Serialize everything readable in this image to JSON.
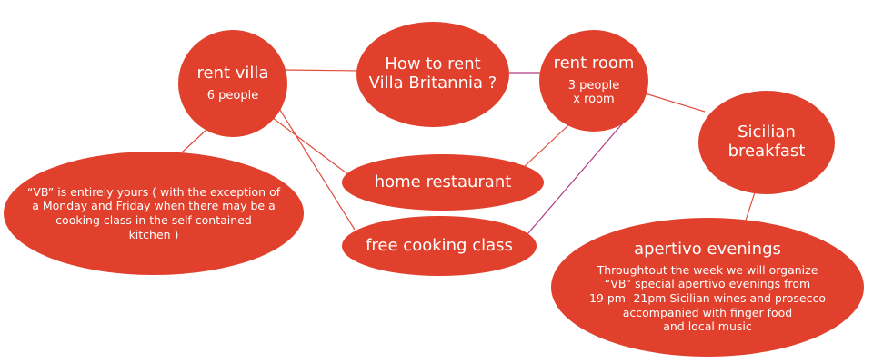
{
  "colors": {
    "node_fill": "#e0402c",
    "text": "#ffffff",
    "edge_red": "#e24a3a",
    "edge_purple": "#b23c82"
  },
  "nodes": {
    "rent_villa": {
      "title": "rent villa",
      "subtitle": "6 people"
    },
    "how_to_rent": {
      "title": "How to rent\nVilla Britannia ?"
    },
    "rent_room": {
      "title": "rent room",
      "subtitle": "3 people\nx room"
    },
    "sicilian_breakfast": {
      "title": "Sicilian\nbreakfast"
    },
    "villa_details": {
      "text": "“VB” is entirely yours ( with the exception of\na  Monday and Friday when there may be a\ncooking class in the  self contained\nkitchen )"
    },
    "home_restaurant": {
      "title": "home restaurant"
    },
    "free_cooking_class": {
      "title": "free cooking class"
    },
    "apertivo_evenings": {
      "title": "apertivo evenings",
      "text": "Throughtout the week we will organize\n“VB” special apertivo evenings  from\n19 pm -21pm  Sicilian wines and prosecco\naccompanied  with finger  food\nand local music"
    }
  }
}
